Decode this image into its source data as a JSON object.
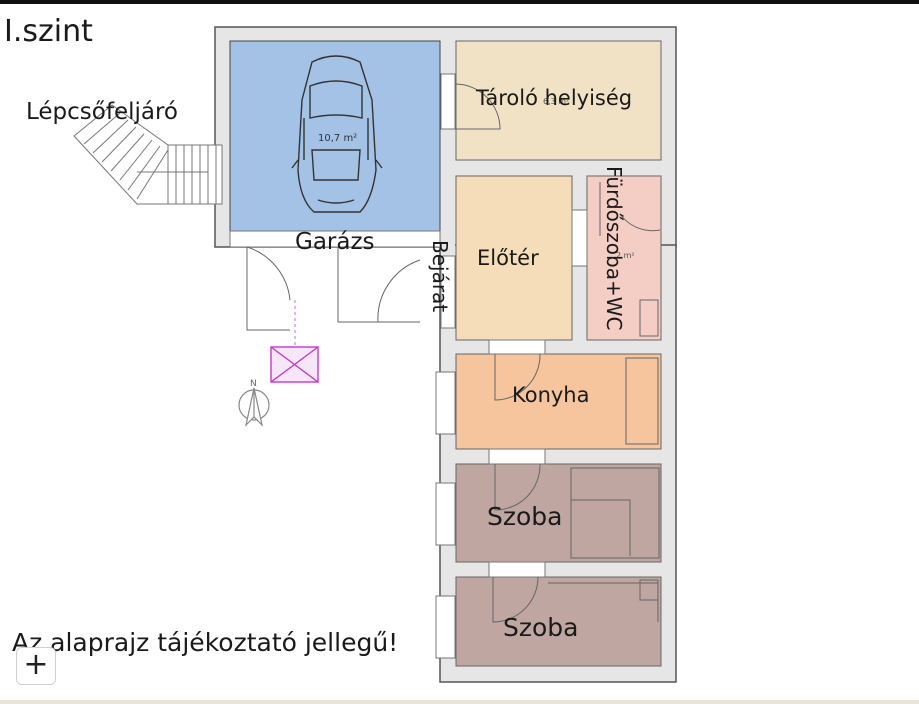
{
  "level_title": "I.szint",
  "rooms": {
    "garage": {
      "label": "Garázs",
      "area": "10,7 m²",
      "color": "#a4c1e6"
    },
    "storage": {
      "label": "Tároló helyiség",
      "area": "6,3 m²",
      "color": "#f1e2c6"
    },
    "hall": {
      "label": "Előtér",
      "area": "",
      "color": "#f4ddb8"
    },
    "bathroom": {
      "label": "Fürdőszoba+WC",
      "area": "2 m²",
      "color": "#f4cec4"
    },
    "kitchen": {
      "label": "Konyha",
      "color": "#f6c49d"
    },
    "room1": {
      "label": "Szoba",
      "color": "#bfa6a1"
    },
    "room2": {
      "label": "Szoba",
      "color": "#bfa6a1"
    }
  },
  "stair_label": "Lépcsőfeljáró",
  "entry_label": "Bejárat",
  "compass_label": "N",
  "disclaimer": "Az alaprajz tájékoztató jellegű!",
  "zoom_button": "+",
  "colors": {
    "wall": "#e6e6e6",
    "wall_stroke": "#555555",
    "stair_stroke": "#777777"
  },
  "icons": [
    "car-icon",
    "north-arrow-icon",
    "chimney-icon",
    "stair-icon",
    "plus-icon"
  ]
}
